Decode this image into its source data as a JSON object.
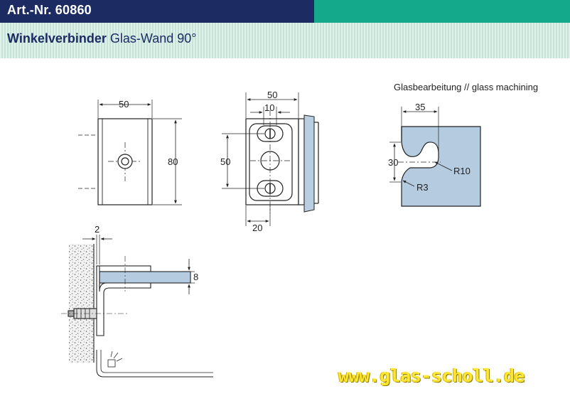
{
  "header": {
    "article_number": "Art.-Nr. 60860",
    "title_bold": "Winkelverbinder",
    "title_rest": " Glas-Wand 90°",
    "colors": {
      "navy": "#1d2b63",
      "teal": "#13a98a"
    }
  },
  "drawing": {
    "front_width": "50",
    "front_height": "80",
    "side_width": "50",
    "side_slot": "10",
    "side_pitch": "50",
    "side_offset": "20",
    "glass_caption": "Glasbearbeitung // glass machining",
    "glass_depth": "35",
    "glass_opening": "30",
    "glass_radius_large": "R10",
    "glass_radius_small": "R3",
    "section_gap": "2",
    "section_glass": "8"
  },
  "footer": {
    "url": "www.glas-scholl.de"
  }
}
